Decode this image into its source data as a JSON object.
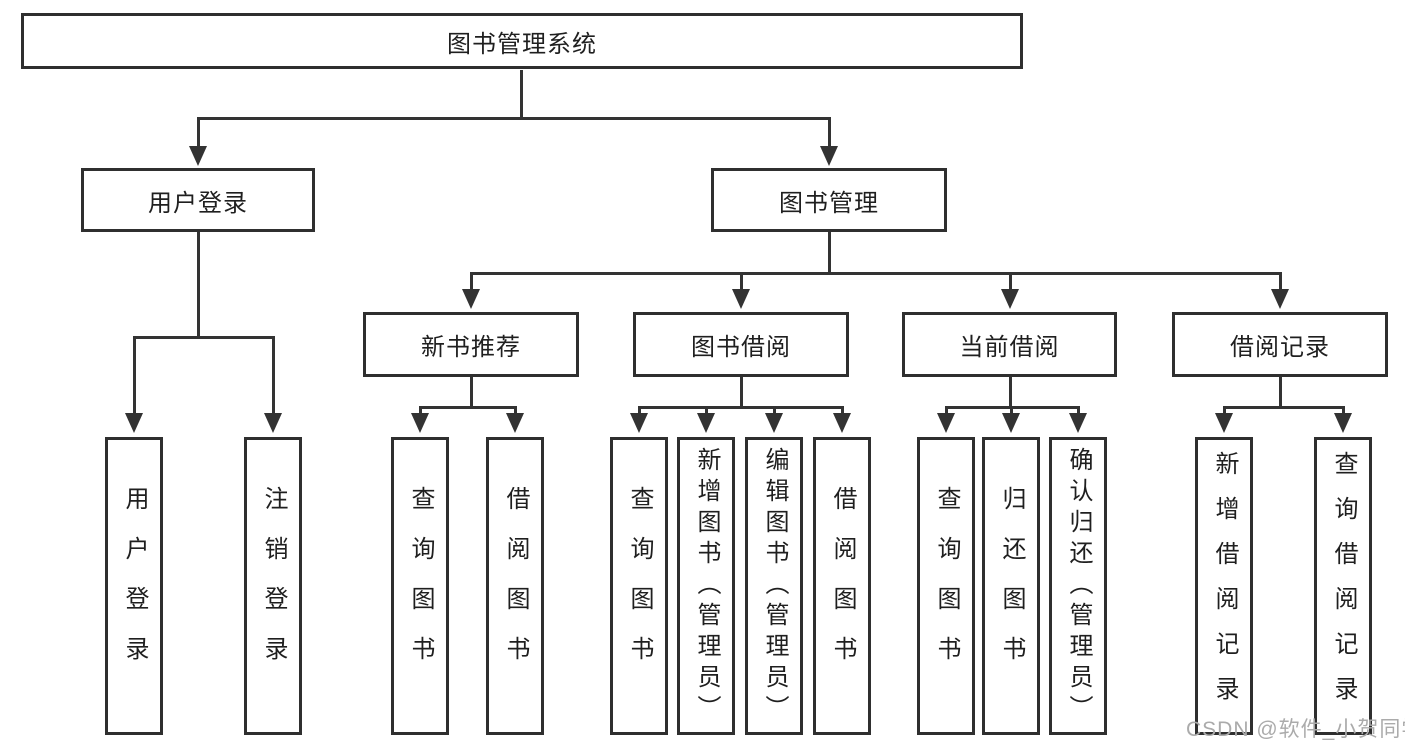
{
  "diagram": {
    "title": "图书管理系统",
    "branches": [
      {
        "label": "用户登录",
        "children": [
          {
            "label": "用户登录"
          },
          {
            "label": "注销登录"
          }
        ]
      },
      {
        "label": "图书管理",
        "children": [
          {
            "label": "新书推荐",
            "children": [
              {
                "label": "查询图书"
              },
              {
                "label": "借阅图书"
              }
            ]
          },
          {
            "label": "图书借阅",
            "children": [
              {
                "label": "查询图书"
              },
              {
                "label": "新增图书（管理员）"
              },
              {
                "label": "编辑图书（管理员）"
              },
              {
                "label": "借阅图书"
              }
            ]
          },
          {
            "label": "当前借阅",
            "children": [
              {
                "label": "查询图书"
              },
              {
                "label": "归还图书"
              },
              {
                "label": "确认归还（管理员）"
              }
            ]
          },
          {
            "label": "借阅记录",
            "children": [
              {
                "label": "新增借阅记录"
              },
              {
                "label": "查询借阅记录"
              }
            ]
          }
        ]
      }
    ],
    "watermark": "CSDN @软件_小贺同学",
    "colors": {
      "line": "#333333",
      "box_border": "#2f2f2f",
      "text": "#1f1f1f",
      "watermark": "#ababab",
      "background": "#ffffff"
    }
  }
}
